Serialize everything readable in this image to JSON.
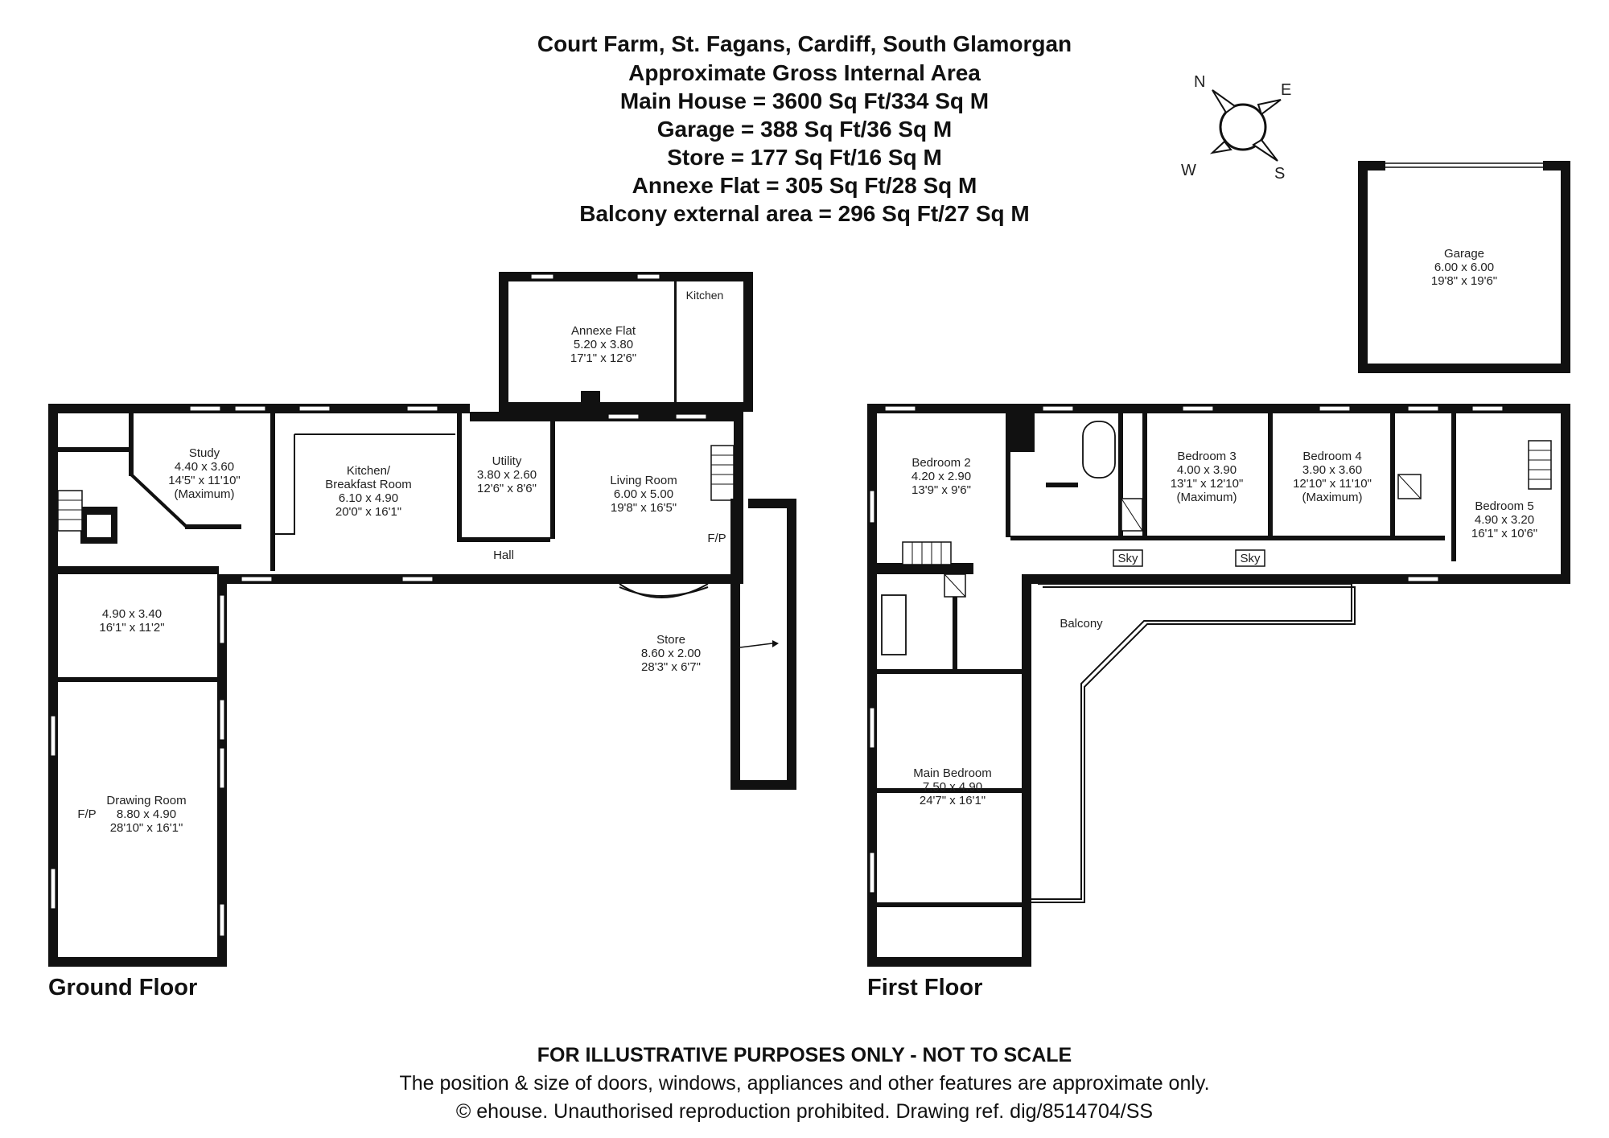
{
  "header": {
    "title": "Court Farm, St. Fagans, Cardiff, South Glamorgan",
    "subtitle": "Approximate Gross Internal Area",
    "areas": [
      "Main House = 3600 Sq Ft/334 Sq M",
      "Garage = 388 Sq Ft/36 Sq M",
      "Store = 177 Sq Ft/16 Sq M",
      "Annexe Flat = 305 Sq Ft/28 Sq M",
      "Balcony external area = 296 Sq Ft/27 Sq M"
    ]
  },
  "compass": {
    "n": "N",
    "e": "E",
    "s": "S",
    "w": "W"
  },
  "floors": {
    "ground": "Ground Floor",
    "first": "First Floor"
  },
  "rooms": {
    "annexe_kitchen": "Kitchen",
    "annexe": {
      "name": "Annexe Flat",
      "metric": "5.20 x 3.80",
      "imperial": "17'1\" x 12'6\""
    },
    "study": {
      "name": "Study",
      "metric": "4.40 x 3.60",
      "imperial": "14'5\" x 11'10\"",
      "note": "(Maximum)"
    },
    "kitchen": {
      "name": "Kitchen/",
      "name2": "Breakfast Room",
      "metric": "6.10 x 4.90",
      "imperial": "20'0\" x 16'1\""
    },
    "utility": {
      "name": "Utility",
      "metric": "3.80 x 2.60",
      "imperial": "12'6\" x 8'6\""
    },
    "living": {
      "name": "Living Room",
      "metric": "6.00 x 5.00",
      "imperial": "19'8\" x 16'5\""
    },
    "hall": "Hall",
    "fp_living": "F/P",
    "room_unnamed": {
      "metric": "4.90 x 3.40",
      "imperial": "16'1\" x 11'2\""
    },
    "drawing": {
      "name": "Drawing Room",
      "metric": "8.80 x 4.90",
      "imperial": "28'10\" x 16'1\""
    },
    "fp_drawing": "F/P",
    "store": {
      "name": "Store",
      "metric": "8.60 x 2.00",
      "imperial": "28'3\" x 6'7\""
    },
    "garage": {
      "name": "Garage",
      "metric": "6.00 x 6.00",
      "imperial": "19'8\" x 19'6\""
    },
    "bed2": {
      "name": "Bedroom 2",
      "metric": "4.20 x 2.90",
      "imperial": "13'9\" x 9'6\""
    },
    "bed3": {
      "name": "Bedroom 3",
      "metric": "4.00 x 3.90",
      "imperial": "13'1\" x 12'10\"",
      "note": "(Maximum)"
    },
    "bed4": {
      "name": "Bedroom 4",
      "metric": "3.90 x 3.60",
      "imperial": "12'10\" x 11'10\"",
      "note": "(Maximum)"
    },
    "bed5": {
      "name": "Bedroom 5",
      "metric": "4.90 x 3.20",
      "imperial": "16'1\" x 10'6\""
    },
    "sky1": "Sky",
    "sky2": "Sky",
    "balcony": "Balcony",
    "main_bed": {
      "name": "Main Bedroom",
      "metric": "7.50 x 4.90",
      "imperial": "24'7\" x 16'1\""
    }
  },
  "footer": {
    "line1": "FOR ILLUSTRATIVE PURPOSES ONLY - NOT TO SCALE",
    "line2": "The position & size of doors, windows, appliances and other features are approximate only.",
    "line3": "© ehouse. Unauthorised reproduction prohibited. Drawing ref. dig/8514704/SS"
  }
}
